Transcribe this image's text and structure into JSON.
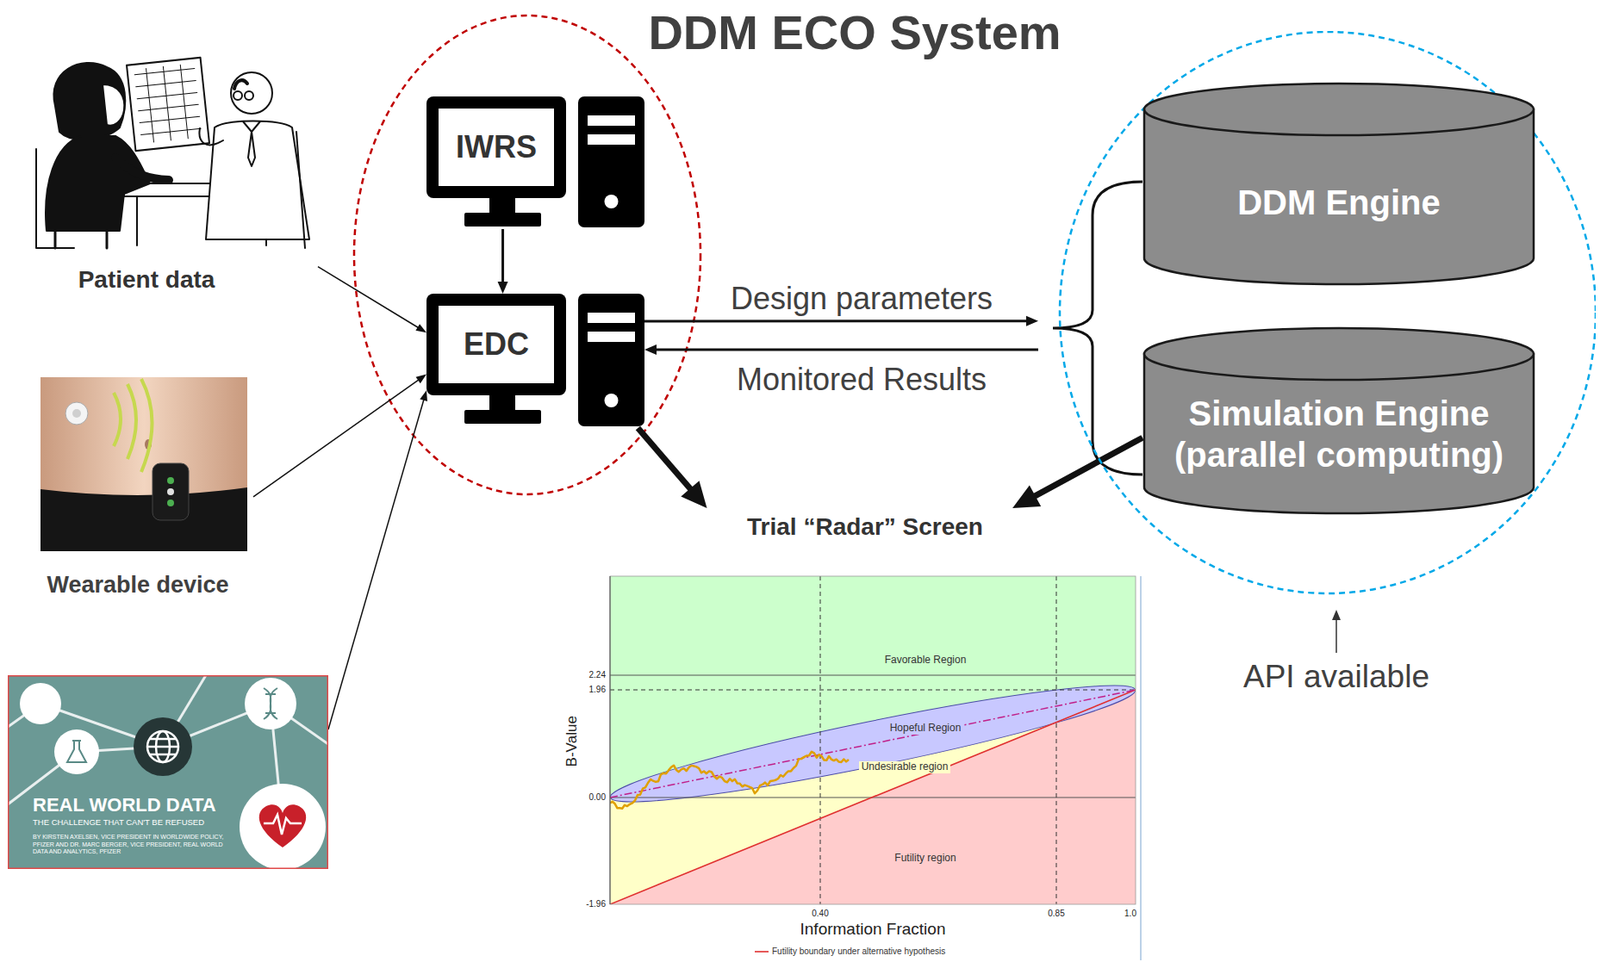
{
  "diagram": {
    "title": "DDM ECO System",
    "nodes": [
      {
        "text": [
          "Patient data"
        ]
      },
      {
        "text": [
          "IWRS"
        ]
      },
      {
        "text": [
          "EDC"
        ]
      },
      {
        "text": [
          "Wearable device"
        ]
      },
      {
        "text": [
          "REAL WORLD DATA",
          "THE CHALLENGE THAT CAN'T BE REFUSED",
          "BY KIRSTEN AXELSEN, VICE PRESIDENT IN WORLDWIDE POLICY, PFIZER AND DR. MARC BERGER, VICE PRESIDENT, REAL WORLD DATA AND ANALYTICS, PFIZER"
        ]
      },
      {
        "text": [
          "API available"
        ]
      },
      {
        "text": [
          "DDM Engine"
        ],
        "in": 5
      },
      {
        "text": [
          "Simulation Engine (parallel computing)"
        ],
        "in": 5
      },
      {
        "text": [
          "Trial “Radar” Screen"
        ]
      }
    ],
    "edges": [
      {
        "from": 1,
        "to": 2,
        "arrow": "to"
      },
      {
        "from": 0,
        "to": 2,
        "arrow": "to"
      },
      {
        "from": 3,
        "to": 2,
        "arrow": "to"
      },
      {
        "from": 4,
        "to": 2,
        "arrow": "to"
      },
      {
        "from": 2,
        "to": 5,
        "label": "Design parameters",
        "arrow": "to"
      },
      {
        "from": 5,
        "to": 2,
        "label": "Monitored Results",
        "arrow": "to"
      },
      {
        "from": 2,
        "to": 8,
        "arrow": "to"
      },
      {
        "from": 7,
        "to": 8,
        "arrow": "to"
      }
    ],
    "labels": [
      "Favorable Region",
      "Hopeful Region",
      "Undesirable region",
      "Futility region",
      "B-Value",
      "2.24",
      "1.96",
      "0.00",
      "-1.96",
      "0.40",
      "0.85",
      "1.0",
      "Information Fraction"
    ],
    "legend": [
      {
        "text": "Futility boundary under alternative hypothesis"
      }
    ]
  }
}
